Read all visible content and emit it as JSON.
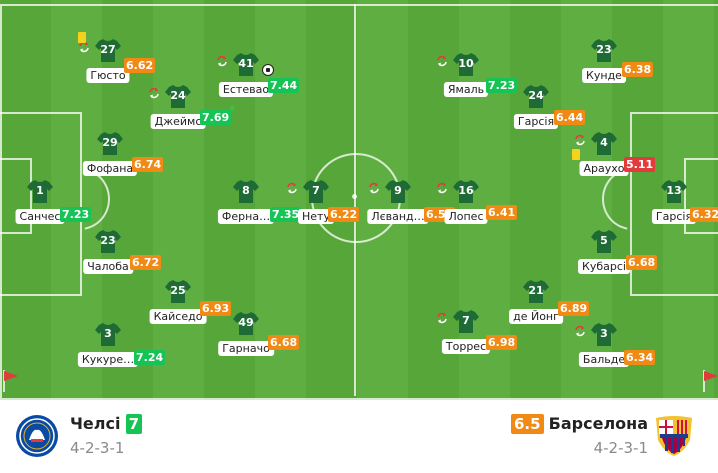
{
  "colors": {
    "high": "#16c456",
    "mid": "#f08a15",
    "low": "#e23b3b"
  },
  "players": [
    {
      "n": "27",
      "name": "Гюсто",
      "rating": "6.62",
      "tier": "mid"
    },
    {
      "n": "24",
      "name": "Джеймс",
      "rating": "7.69",
      "tier": "high"
    },
    {
      "n": "41",
      "name": "Естевао",
      "rating": "7.44",
      "tier": "high"
    },
    {
      "n": "29",
      "name": "Фофана",
      "rating": "6.74",
      "tier": "mid"
    },
    {
      "n": "1",
      "name": "Санчес",
      "rating": "7.23",
      "tier": "high"
    },
    {
      "n": "8",
      "name": "Ферна…",
      "rating": "7.35",
      "tier": "high"
    },
    {
      "n": "7",
      "name": "Нету",
      "rating": "6.22",
      "tier": "mid"
    },
    {
      "n": "23",
      "name": "Чалоба",
      "rating": "6.72",
      "tier": "mid"
    },
    {
      "n": "25",
      "name": "Кайседо",
      "rating": "6.93",
      "tier": "mid"
    },
    {
      "n": "49",
      "name": "Гарначо",
      "rating": "6.68",
      "tier": "mid"
    },
    {
      "n": "3",
      "name": "Кукуре…",
      "rating": "7.24",
      "tier": "high"
    },
    {
      "n": "10",
      "name": "Ямаль",
      "rating": "7.23",
      "tier": "high"
    },
    {
      "n": "23",
      "name": "Кунде",
      "rating": "6.38",
      "tier": "mid"
    },
    {
      "n": "24",
      "name": "Гарсія",
      "rating": "6.44",
      "tier": "mid"
    },
    {
      "n": "4",
      "name": "Араухо",
      "rating": "5.11",
      "tier": "low"
    },
    {
      "n": "9",
      "name": "Лєванд…",
      "rating": "6.54",
      "tier": "mid"
    },
    {
      "n": "16",
      "name": "Лопес",
      "rating": "6.41",
      "tier": "mid"
    },
    {
      "n": "13",
      "name": "Гарсія",
      "rating": "6.32",
      "tier": "mid"
    },
    {
      "n": "5",
      "name": "Кубарсі",
      "rating": "6.68",
      "tier": "mid"
    },
    {
      "n": "21",
      "name": "де Йонг",
      "rating": "6.89",
      "tier": "mid"
    },
    {
      "n": "7",
      "name": "Торрес",
      "rating": "6.98",
      "tier": "mid"
    },
    {
      "n": "3",
      "name": "Бальде",
      "rating": "6.34",
      "tier": "mid"
    }
  ],
  "home": {
    "name": "Челсі",
    "rating": "7",
    "formation": "4-2-3-1",
    "crest_icon": "chelsea-crest-icon"
  },
  "away": {
    "name": "Барселона",
    "rating": "6.5",
    "formation": "4-2-3-1",
    "crest_icon": "barcelona-crest-icon"
  }
}
